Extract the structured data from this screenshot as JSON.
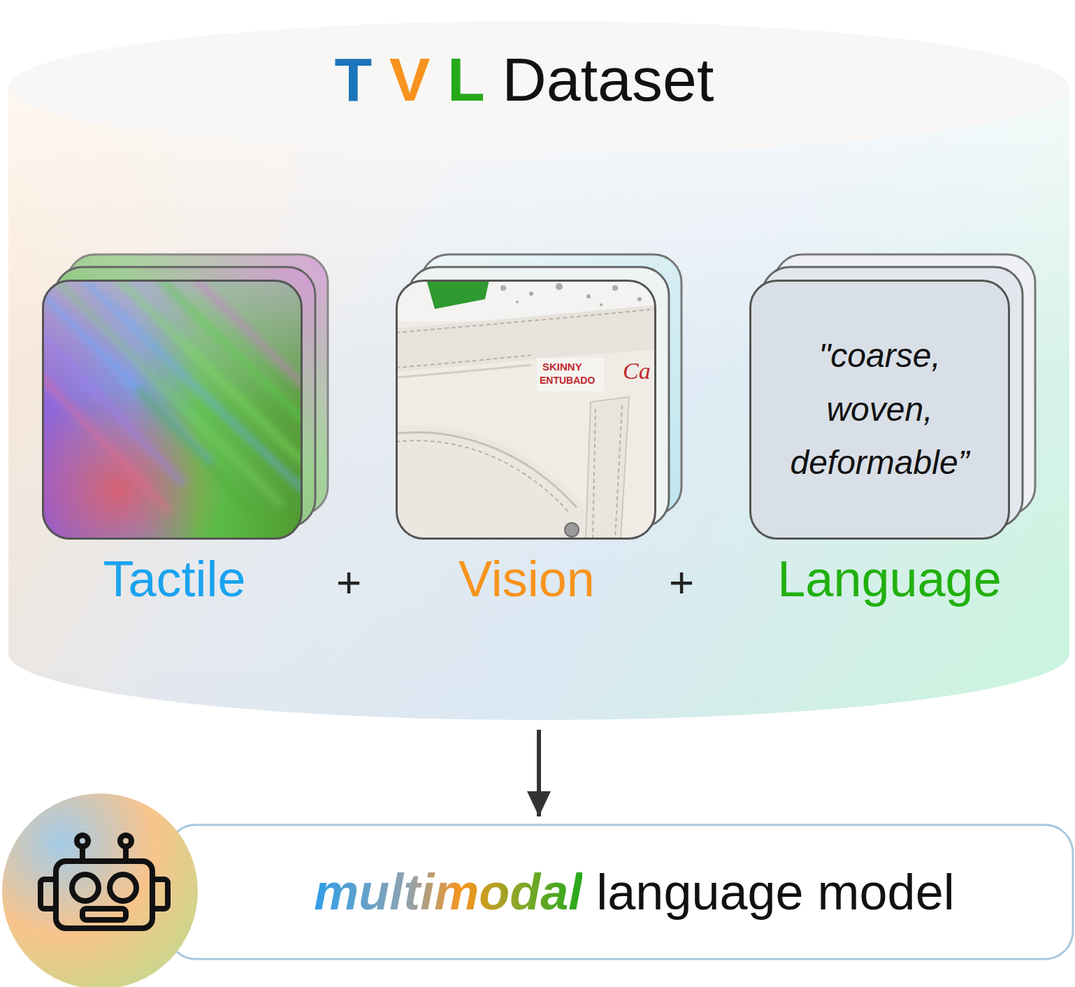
{
  "diagram": {
    "nodes": [
      {
        "text": [
          "T V L Dataset"
        ]
      },
      {
        "text": [
          "Tactile"
        ],
        "in": 0
      },
      {
        "text": [
          "Vision"
        ],
        "in": 0
      },
      {
        "text": [
          "\"coarse, woven, deformable”",
          "Language"
        ],
        "in": 0
      },
      {
        "text": [
          "multimodal language model"
        ]
      }
    ],
    "edges": [
      {
        "from": 0,
        "to": 4,
        "arrow": "to"
      }
    ],
    "labels": [
      "+",
      "+",
      "SKINNY",
      "ENTUBADO",
      "Ca"
    ]
  }
}
